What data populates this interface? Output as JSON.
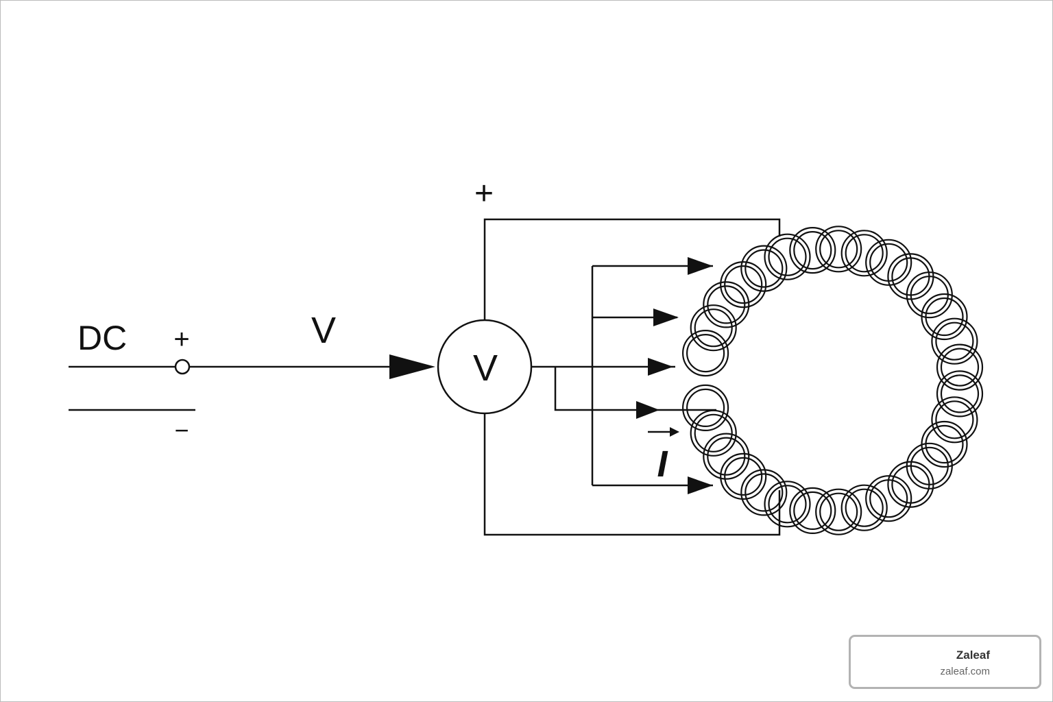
{
  "diagram": {
    "source_label": "DC",
    "source_plus": "+",
    "source_minus": "−",
    "voltage_label": "V",
    "voltmeter_label": "V",
    "top_plus": "+",
    "current_label": "I",
    "coil_turns": 30
  },
  "badge": {
    "title": "Zaleaf",
    "url": "zaleaf.com"
  }
}
